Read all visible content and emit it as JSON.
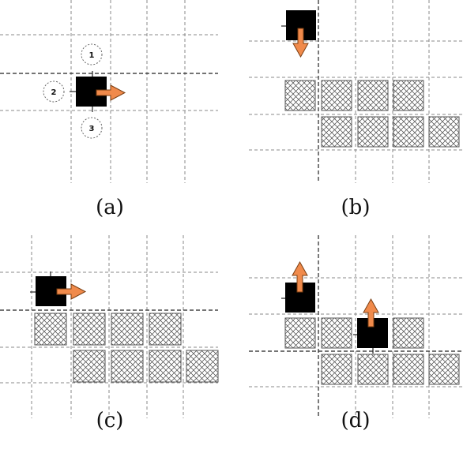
{
  "colors": {
    "robot": "#000000",
    "arrow": "#f08a4b",
    "arrow_stroke": "#7a3e12",
    "grid": "#8a8a8a",
    "tile_stroke": "#555555"
  },
  "panels": {
    "a": {
      "caption": "(a)",
      "markers": [
        "1",
        "2",
        "3"
      ]
    },
    "b": {
      "caption": "(b)"
    },
    "c": {
      "caption": "(c)"
    },
    "d": {
      "caption": "(d)"
    }
  },
  "icons": [
    "robot-block-icon",
    "direction-arrow-icon",
    "tile-block-icon"
  ]
}
